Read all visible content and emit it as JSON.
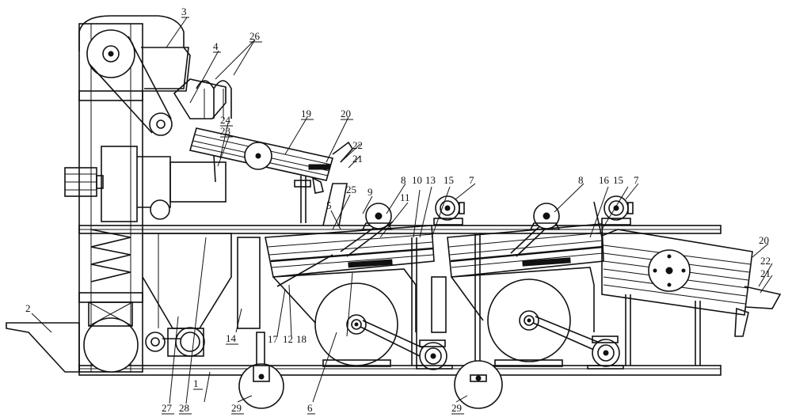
{
  "labels": [
    {
      "id": "l1",
      "text": "1"
    },
    {
      "id": "l2",
      "text": "2"
    },
    {
      "id": "l3",
      "text": "3"
    },
    {
      "id": "l4",
      "text": "4"
    },
    {
      "id": "l5",
      "text": "5"
    },
    {
      "id": "l6",
      "text": "6"
    },
    {
      "id": "l7a",
      "text": "7"
    },
    {
      "id": "l7b",
      "text": "7"
    },
    {
      "id": "l8a",
      "text": "8"
    },
    {
      "id": "l8b",
      "text": "8"
    },
    {
      "id": "l9",
      "text": "9"
    },
    {
      "id": "l10",
      "text": "10"
    },
    {
      "id": "l11",
      "text": "11"
    },
    {
      "id": "l12",
      "text": "12"
    },
    {
      "id": "l13",
      "text": "13"
    },
    {
      "id": "l14",
      "text": "14"
    },
    {
      "id": "l15a",
      "text": "15"
    },
    {
      "id": "l15b",
      "text": "15"
    },
    {
      "id": "l16",
      "text": "16"
    },
    {
      "id": "l17",
      "text": "17"
    },
    {
      "id": "l18",
      "text": "18"
    },
    {
      "id": "l19",
      "text": "19"
    },
    {
      "id": "l20a",
      "text": "20"
    },
    {
      "id": "l20b",
      "text": "20"
    },
    {
      "id": "l21a",
      "text": "21"
    },
    {
      "id": "l21b",
      "text": "21"
    },
    {
      "id": "l22a",
      "text": "22"
    },
    {
      "id": "l22b",
      "text": "22"
    },
    {
      "id": "l23",
      "text": "23"
    },
    {
      "id": "l24",
      "text": "24"
    },
    {
      "id": "l25",
      "text": "25"
    },
    {
      "id": "l26",
      "text": "26"
    },
    {
      "id": "l27",
      "text": "27"
    },
    {
      "id": "l28",
      "text": "28"
    },
    {
      "id": "l29a",
      "text": "29"
    },
    {
      "id": "l29b",
      "text": "29"
    }
  ]
}
